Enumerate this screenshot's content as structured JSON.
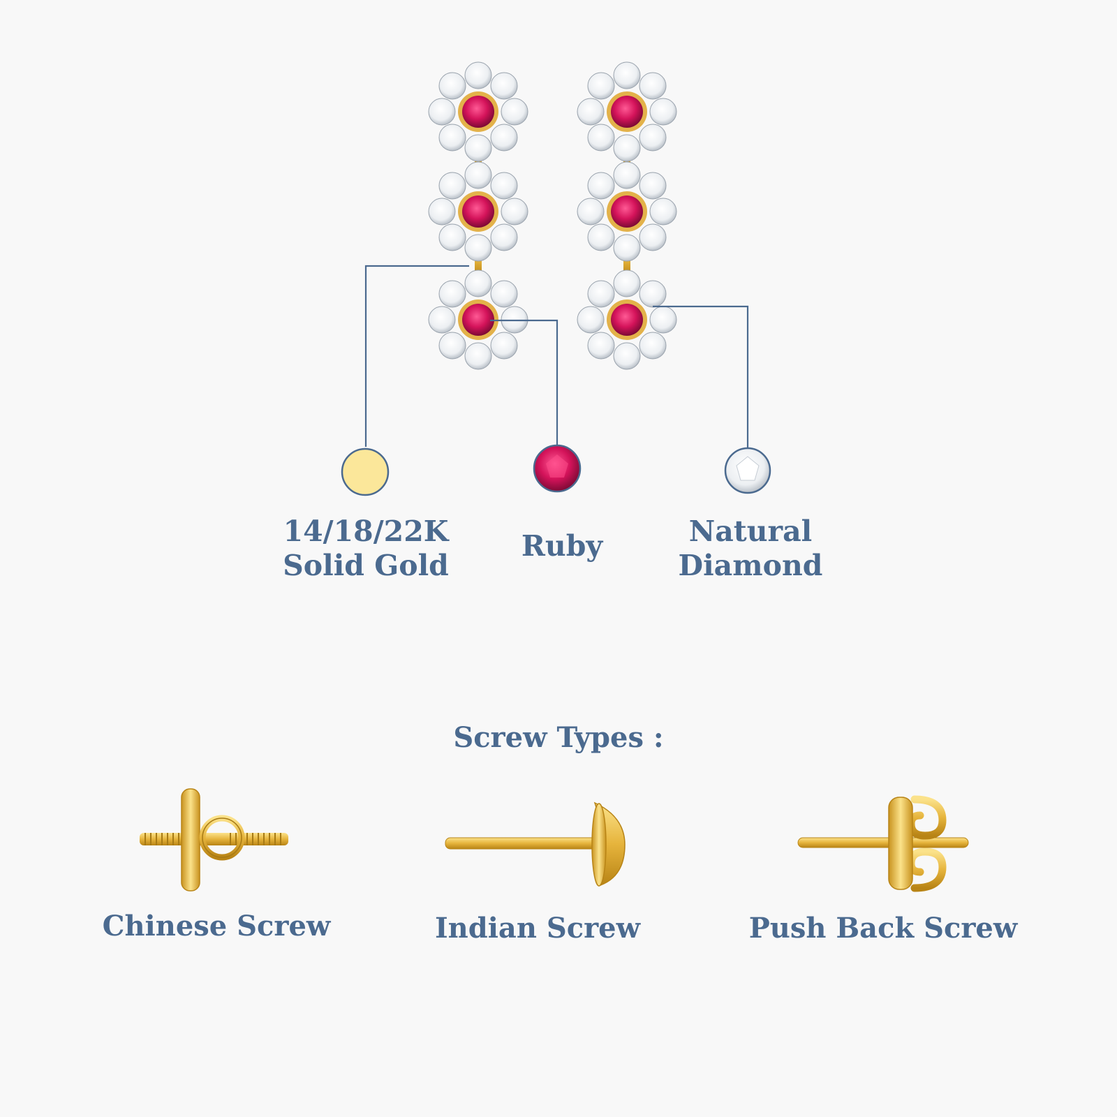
{
  "materials": [
    {
      "line1": "14/18/22K",
      "line2": "Solid Gold",
      "icon": "gold-swatch",
      "color": "#fbe79a"
    },
    {
      "line1": "Ruby",
      "icon": "ruby-gem",
      "color": "#d4135a"
    },
    {
      "line1": "Natural",
      "line2": "Diamond",
      "icon": "diamond-gem",
      "color": "#ffffff"
    }
  ],
  "screw_section": {
    "heading": "Screw Types :",
    "types": [
      {
        "label": "Chinese Screw",
        "icon": "chinese-screw"
      },
      {
        "label": "Indian Screw",
        "icon": "indian-screw"
      },
      {
        "label": "Push Back Screw",
        "icon": "push-back-screw"
      }
    ]
  },
  "colors": {
    "text": "#4b6a8f",
    "leader_line": "#4b6a8f",
    "gold": "#e6b43c",
    "ruby": "#d4135a",
    "background": "#f8f8f8"
  }
}
